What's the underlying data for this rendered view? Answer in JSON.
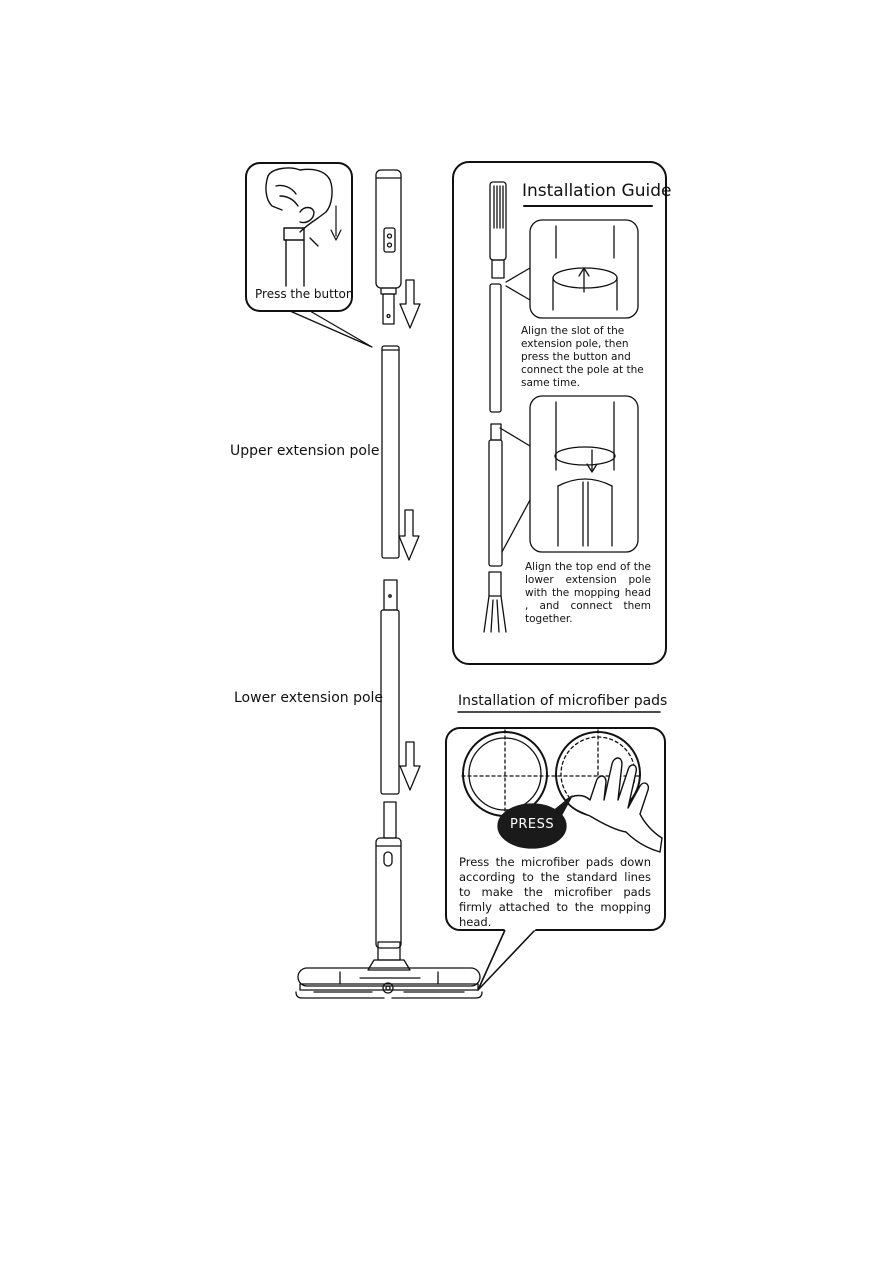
{
  "callouts": {
    "press_button": "Press the button"
  },
  "labels": {
    "upper_pole": "Upper extension pole",
    "lower_pole": "Lower extension pole"
  },
  "installation_guide": {
    "title": "Installation Guide",
    "step1": "Align the slot of the extension pole, then press the button and connect the pole at the same time.",
    "step2": "Align the top end of the lower extension pole with the mopping head , and connect them together."
  },
  "microfiber": {
    "title": "Installation of microfiber pads",
    "press_label": "PRESS",
    "instruction": "Press the microfiber pads down according to the standard lines to make the microfiber pads firmly attached to the mopping head."
  },
  "colors": {
    "line": "#111111",
    "press_bubble": "#1a1a1a"
  }
}
